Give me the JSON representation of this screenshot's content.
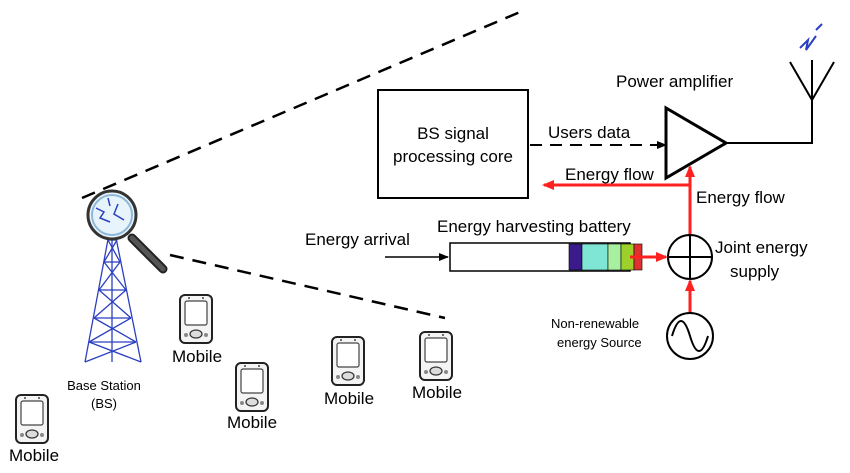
{
  "labels": {
    "bs_core_line1": "BS signal",
    "bs_core_line2": "processing core",
    "users_data": "Users data",
    "power_amplifier": "Power amplifier",
    "energy_flow_left": "Energy flow",
    "energy_flow_right": "Energy flow",
    "battery": "Energy harvesting battery",
    "energy_arrival": "Energy arrival",
    "joint_supply_line1": "Joint energy",
    "joint_supply_line2": "supply",
    "nonrenew_line1": "Non-renewable",
    "nonrenew_line2": "energy Source",
    "base_station_line1": "Base Station",
    "base_station_line2": "(BS)"
  },
  "mobiles": [
    "Mobile",
    "Mobile",
    "Mobile",
    "Mobile",
    "Mobile"
  ],
  "battery_segments": [
    "#3b1a8c",
    "#7fe6d6",
    "#a8f0a0",
    "#9bd12a",
    "#e03030"
  ],
  "colors": {
    "energy": "#ff2020",
    "tower": "#2b3fc0",
    "line": "#000000"
  },
  "icons": [
    "antenna-icon",
    "magnifier-icon",
    "tower-icon",
    "mobile-icon",
    "sine-wave-icon",
    "adder-icon",
    "amplifier-icon"
  ]
}
